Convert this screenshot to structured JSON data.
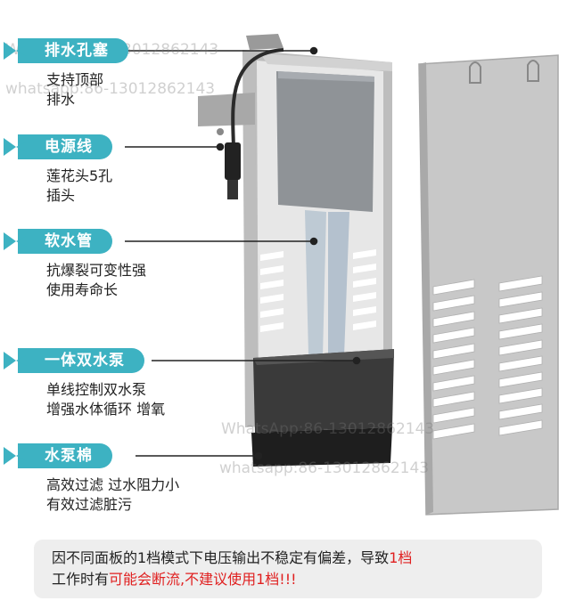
{
  "callouts": [
    {
      "label": "排水孔塞",
      "lines": [
        "支持顶部",
        "排水"
      ]
    },
    {
      "label": "电源线",
      "lines": [
        "莲花头5孔",
        "插头"
      ]
    },
    {
      "label": "软水管",
      "lines": [
        "抗爆裂可变性强",
        "使用寿命长"
      ]
    },
    {
      "label": "一体双水泵",
      "lines": [
        "单线控制双水泵",
        "增强水体循环 增氧"
      ]
    },
    {
      "label": "水泵棉",
      "lines": [
        "高效过滤  过水阻力小",
        "有效过滤脏污"
      ]
    }
  ],
  "watermarks": [
    "WhatsApp:86-13012862143",
    "whatsapp:86-13012862143",
    "WhatsApp:86-13012862143",
    "whatsapp:86-13012862143"
  ],
  "notice": {
    "part1": "因不同面板的1档模式下电压输出不稳定有偏差，导致",
    "part2": "1档",
    "part3": "工作时有",
    "part4": "可能会断流,不建议使用1档!!!"
  },
  "colors": {
    "accent": "#3db2c2",
    "warning": "#e02020",
    "panel": "#c9c9c9"
  }
}
